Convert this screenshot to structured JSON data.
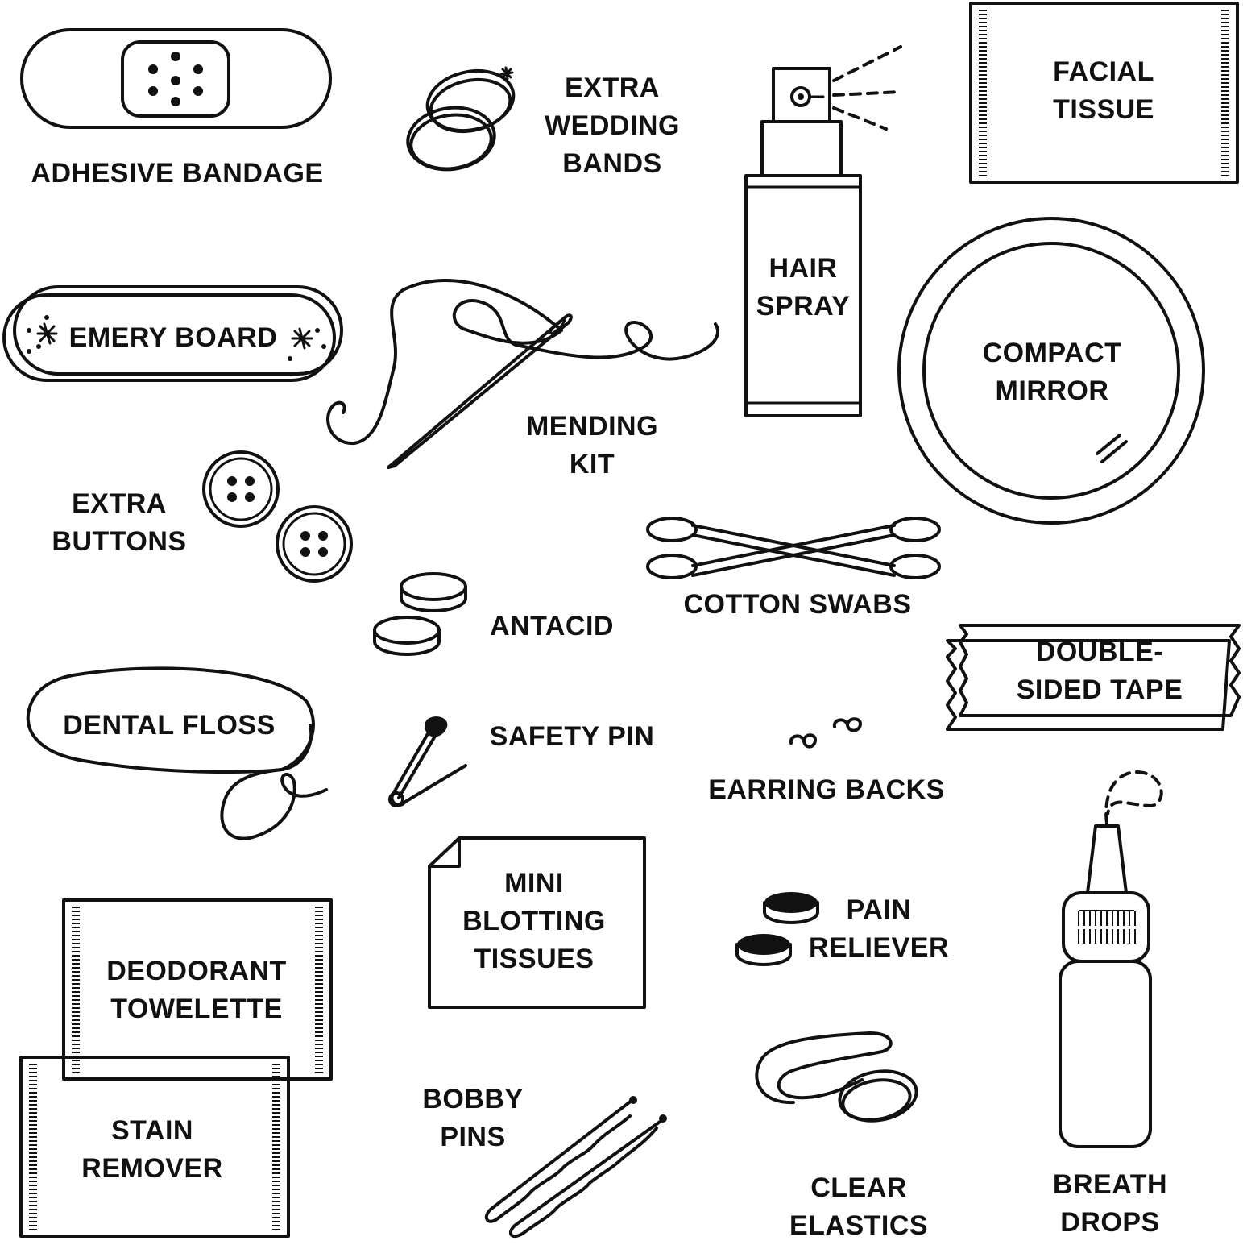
{
  "title": "",
  "items": [
    {
      "key": "adhesive_bandage",
      "lines": [
        "ADHESIVE BANDAGE"
      ],
      "icon": "adhesive-bandage-icon"
    },
    {
      "key": "wedding_bands",
      "lines": [
        "EXTRA",
        "WEDDING",
        "BANDS"
      ],
      "icon": "wedding-bands-icon"
    },
    {
      "key": "hair_spray",
      "lines": [
        "HAIR",
        "SPRAY"
      ],
      "icon": "hair-spray-icon"
    },
    {
      "key": "facial_tissue",
      "lines": [
        "FACIAL",
        "TISSUE"
      ],
      "icon": "facial-tissue-icon"
    },
    {
      "key": "emery_board",
      "lines": [
        "EMERY BOARD"
      ],
      "icon": "emery-board-icon"
    },
    {
      "key": "mending_kit",
      "lines": [
        "MENDING",
        "KIT"
      ],
      "icon": "needle-thread-icon"
    },
    {
      "key": "compact_mirror",
      "lines": [
        "COMPACT",
        "MIRROR"
      ],
      "icon": "compact-mirror-icon"
    },
    {
      "key": "extra_buttons",
      "lines": [
        "EXTRA",
        "BUTTONS"
      ],
      "icon": "buttons-icon"
    },
    {
      "key": "cotton_swabs",
      "lines": [
        "COTTON SWABS"
      ],
      "icon": "cotton-swabs-icon"
    },
    {
      "key": "antacid",
      "lines": [
        "ANTACID"
      ],
      "icon": "antacid-tablets-icon"
    },
    {
      "key": "double_sided_tape",
      "lines": [
        "DOUBLE-",
        "SIDED TAPE"
      ],
      "icon": "tape-icon"
    },
    {
      "key": "dental_floss",
      "lines": [
        "DENTAL FLOSS"
      ],
      "icon": "dental-floss-icon"
    },
    {
      "key": "safety_pin",
      "lines": [
        "SAFETY PIN"
      ],
      "icon": "safety-pin-icon"
    },
    {
      "key": "earring_backs",
      "lines": [
        "EARRING BACKS"
      ],
      "icon": "earring-backs-icon"
    },
    {
      "key": "blotting_tissues",
      "lines": [
        "MINI",
        "BLOTTING",
        "TISSUES"
      ],
      "icon": "blotting-tissues-icon"
    },
    {
      "key": "pain_reliever",
      "lines": [
        "PAIN",
        "RELIEVER"
      ],
      "icon": "pain-reliever-tablets-icon"
    },
    {
      "key": "deodorant_towelette",
      "lines": [
        "DEODORANT",
        "TOWELETTE"
      ],
      "icon": "towelette-packet-icon"
    },
    {
      "key": "stain_remover",
      "lines": [
        "STAIN",
        "REMOVER"
      ],
      "icon": "stain-remover-packet-icon"
    },
    {
      "key": "bobby_pins",
      "lines": [
        "BOBBY",
        "PINS"
      ],
      "icon": "bobby-pins-icon"
    },
    {
      "key": "clear_elastics",
      "lines": [
        "CLEAR",
        "ELASTICS"
      ],
      "icon": "elastics-icon"
    },
    {
      "key": "breath_drops",
      "lines": [
        "BREATH",
        "DROPS"
      ],
      "icon": "dropper-bottle-icon"
    }
  ]
}
